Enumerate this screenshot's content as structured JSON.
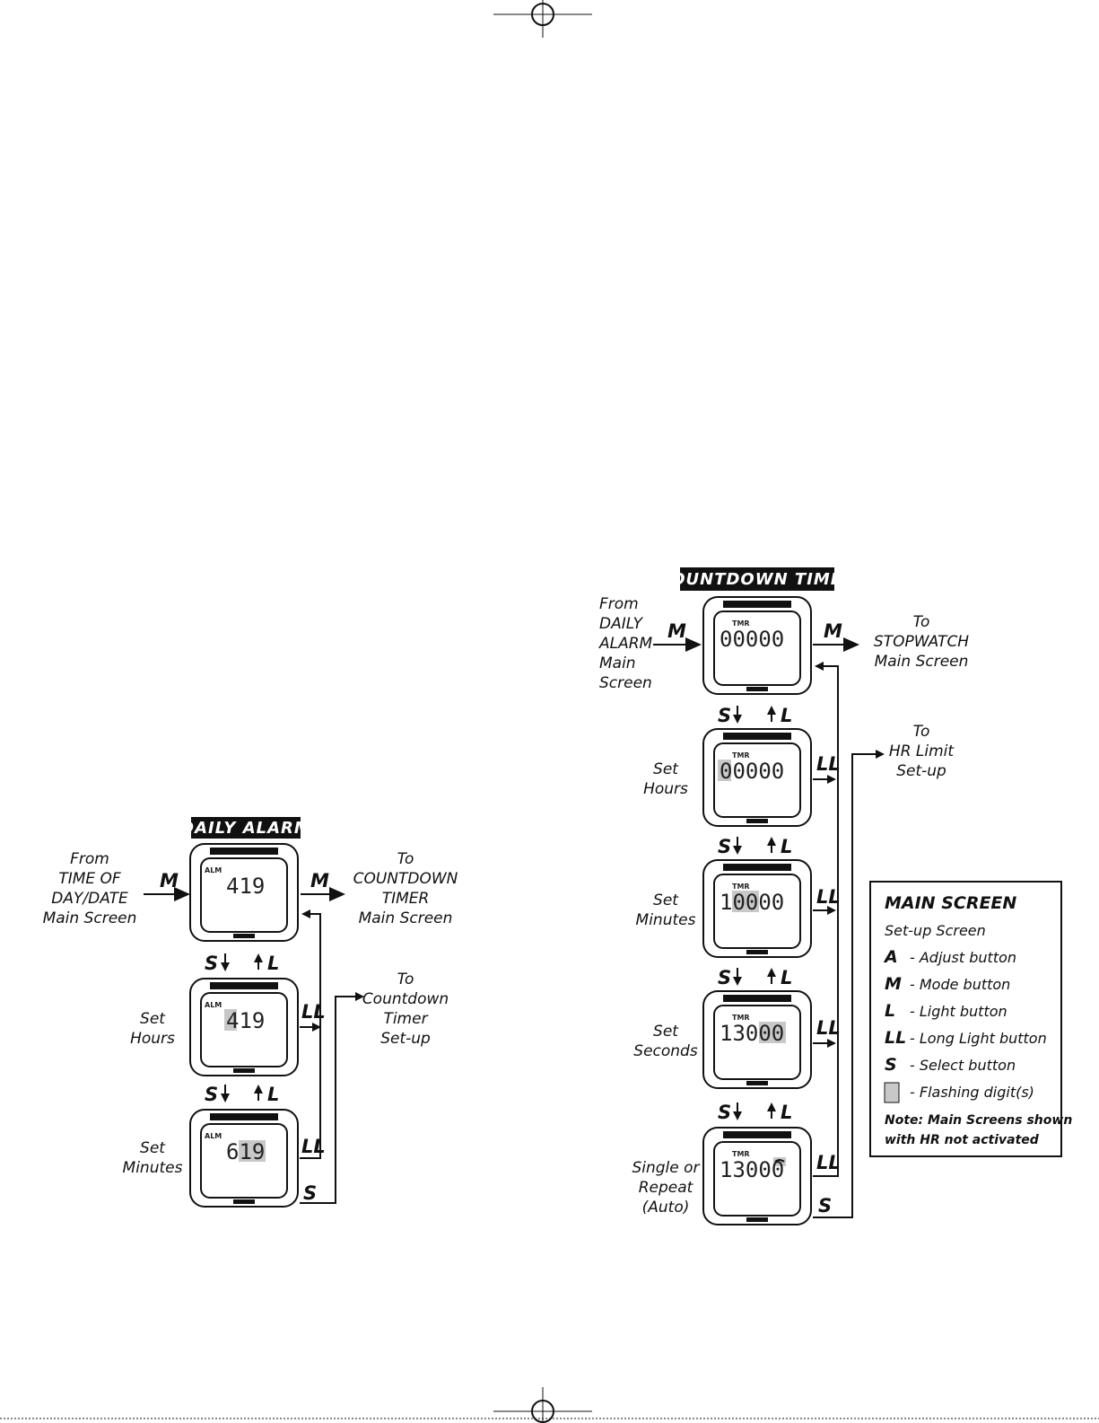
{
  "daily_alarm": {
    "title": "DAILY ALARM",
    "from_text": [
      "From",
      "TIME OF",
      "DAY/DATE",
      "Main Screen"
    ],
    "to_main": [
      "To",
      "COUNTDOWN",
      "TIMER",
      "Main Screen"
    ],
    "to_setup": [
      "To",
      "Countdown",
      "Timer",
      "Set-up"
    ],
    "mode_label": "ALM",
    "screens": [
      {
        "label": [],
        "display": "419"
      },
      {
        "label": [
          "Set",
          "Hours"
        ],
        "display": "419"
      },
      {
        "label": [
          "Set",
          "Minutes"
        ],
        "display": "619"
      }
    ]
  },
  "countdown_timer": {
    "title": "COUNTDOWN TIMER",
    "from_text": [
      "From",
      "DAILY",
      "ALARM",
      "Main",
      "Screen"
    ],
    "to_main": [
      "To",
      "STOPWATCH",
      "Main Screen"
    ],
    "to_setup": [
      "To",
      "HR Limit",
      "Set-up"
    ],
    "mode_label": "TMR",
    "screens": [
      {
        "label": [],
        "display": "00000"
      },
      {
        "label": [
          "Set",
          "Hours"
        ],
        "display": "00000"
      },
      {
        "label": [
          "Set",
          "Minutes"
        ],
        "display": "10000"
      },
      {
        "label": [
          "Set",
          "Seconds"
        ],
        "display": "13000"
      },
      {
        "label": [
          "Single or",
          "Repeat",
          "(Auto)"
        ],
        "display": "13000"
      }
    ]
  },
  "buttons": {
    "mode": "M",
    "select": "S",
    "light": "L",
    "long_light": "LL"
  },
  "legend": {
    "title": "MAIN SCREEN",
    "subtitle": "Set-up Screen",
    "items": [
      {
        "key": "A",
        "text": "- Adjust button"
      },
      {
        "key": "M",
        "text": "- Mode button"
      },
      {
        "key": "L",
        "text": "- Light button"
      },
      {
        "key": "LL",
        "text": "- Long Light button"
      },
      {
        "key": "S",
        "text": "- Select button"
      },
      {
        "key": "",
        "text": "- Flashing digit(s)"
      }
    ],
    "note": [
      "Note: Main Screens shown",
      "with HR not activated"
    ]
  },
  "colors": {
    "ink": "#111111",
    "flash": "#c8c8c8",
    "banner": "#111111"
  }
}
